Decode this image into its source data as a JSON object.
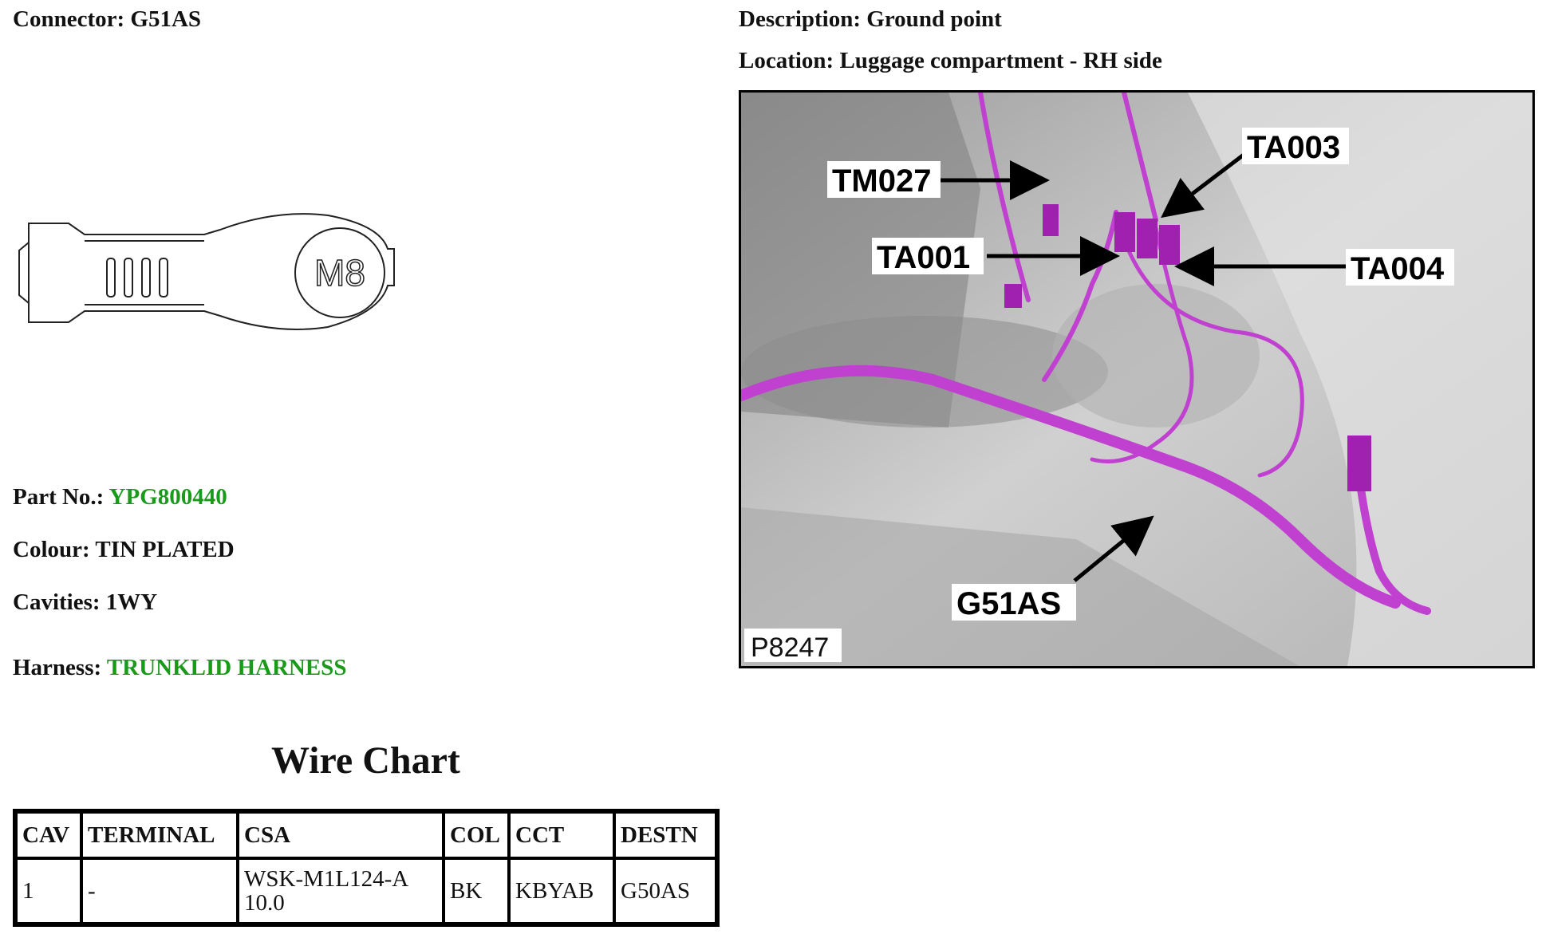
{
  "connector": {
    "label": "Connector:",
    "value": "G51AS",
    "drawing_text": "M8"
  },
  "description": {
    "label": "Description:",
    "value": "Ground point"
  },
  "location": {
    "label": "Location:",
    "value": "Luggage compartment - RH side"
  },
  "part_no": {
    "label": "Part No.:",
    "value": "YPG800440"
  },
  "colour": {
    "label": "Colour:",
    "value": "TIN PLATED"
  },
  "cavities": {
    "label": "Cavities:",
    "value": "1WY"
  },
  "harness": {
    "label": "Harness:",
    "value": "TRUNKLID HARNESS"
  },
  "photo": {
    "callouts": {
      "tm027": "TM027",
      "ta003": "TA003",
      "ta001": "TA001",
      "ta004": "TA004",
      "g51as": "G51AS"
    },
    "ref": "P8247",
    "accent_color": "#c040d0"
  },
  "wire_chart": {
    "title": "Wire Chart",
    "headers": {
      "cav": "CAV",
      "terminal": "TERMINAL",
      "csa": "CSA",
      "col": "COL",
      "cct": "CCT",
      "destn": "DESTN"
    },
    "rows": [
      {
        "cav": "1",
        "terminal": "-",
        "csa_line1": "WSK-M1L124-A",
        "csa_line2": "10.0",
        "col": "BK",
        "cct": "KBYAB",
        "destn": "G50AS"
      }
    ]
  }
}
